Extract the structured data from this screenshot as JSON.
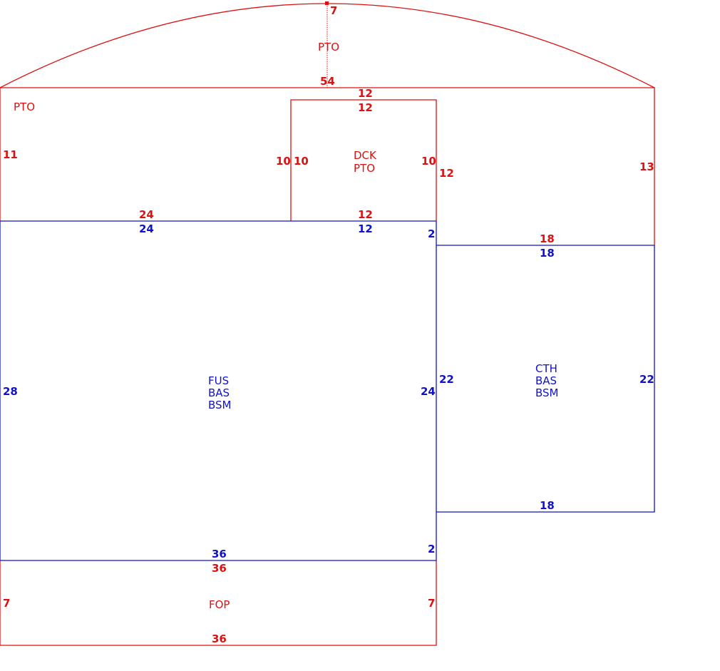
{
  "colors": {
    "outline_red": "#dd1111",
    "outline_blue": "#1111cc"
  },
  "areas": {
    "pto_arc": "PTO",
    "pto_main": "PTO",
    "dck_line1": "DCK",
    "dck_line2": "PTO",
    "fus_line1": "FUS",
    "fus_line2": "BAS",
    "fus_line3": "BSM",
    "cth_line1": "CTH",
    "cth_line2": "BAS",
    "cth_line3": "BSM",
    "fop": "FOP"
  },
  "dimensions": {
    "arc_rise": "7",
    "arc_chord": "54",
    "dck_top_outer": "12",
    "dck_top_inner": "12",
    "pto_left": "11",
    "dck_left_outer": "10",
    "dck_left_inner": "10",
    "dck_right_inner": "10",
    "dck_right_outer": "12",
    "pto_right": "13",
    "pto_bottom_left": "24",
    "dck_bottom": "12",
    "fus_top_left": "24",
    "fus_top_right": "12",
    "fus_notch_top": "2",
    "cth_top_red": "18",
    "cth_top_blue": "18",
    "fus_left": "28",
    "fus_right": "24",
    "cth_left": "22",
    "cth_right": "22",
    "cth_bottom": "18",
    "fus_notch_bottom": "2",
    "fus_bottom": "36",
    "fop_top": "36",
    "fop_left": "7",
    "fop_right": "7",
    "fop_bottom": "36"
  }
}
